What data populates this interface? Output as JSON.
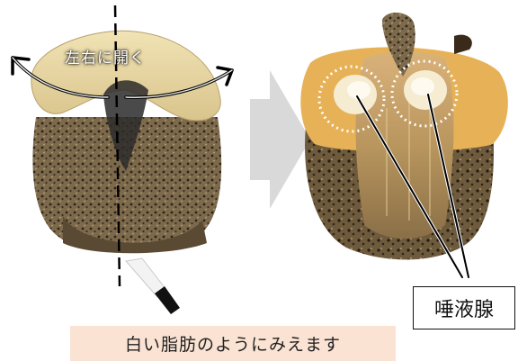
{
  "annotations": {
    "open_instruction": "左右に開く",
    "gland_label": "唾液腺",
    "caption": "白い脂肪のようにみえます"
  },
  "icons": [
    "knife-icon",
    "right-arrow-icon"
  ],
  "colors": {
    "caption_bg": "#fbe3d4",
    "arrow_gray": "#d9d9d9"
  }
}
